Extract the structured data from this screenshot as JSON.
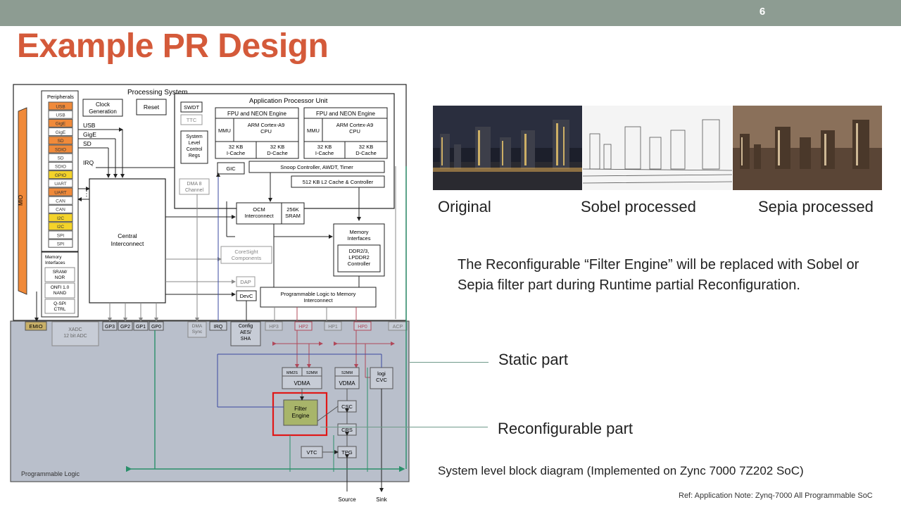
{
  "slide": {
    "number": "6",
    "title": "Example PR Design"
  },
  "images": {
    "original_caption": "Original",
    "sobel_caption": "Sobel processed",
    "sepia_caption": "Sepia processed"
  },
  "description": "The Reconfigurable “Filter Engine” will be replaced with Sobel or Sepia filter part during Runtime partial Reconfiguration.",
  "callouts": {
    "static": "Static part",
    "reconfigurable": "Reconfigurable part"
  },
  "caption": "System level block diagram (Implemented on Zync 7000 7Z202 SoC)",
  "reference": "Ref: Application Note: Zynq-7000 All Programmable SoC",
  "diagram": {
    "processing_system": "Processing System",
    "peripherals": "Peripherals",
    "peripheral_items": [
      "USB",
      "USB",
      "GigE",
      "GigE",
      "SD",
      "SDIO",
      "SD",
      "SDIO",
      "GPIO",
      "UART",
      "UART",
      "CAN",
      "CAN",
      "I2C",
      "I2C",
      "SPI",
      "SPI"
    ],
    "mio": "MIO",
    "clock_generation": "Clock Generation",
    "reset": "Reset",
    "usb": "USB",
    "gige": "GigE",
    "sd": "SD",
    "irq": "IRQ",
    "central_interconnect": "Central Interconnect",
    "memory_interfaces_left": "Memory Interfaces",
    "sram_nor": "SRAM/ NOR",
    "onfi_nand": "ONFI 1.0 NAND",
    "qspi_ctrl": "Q-SPI CTRL",
    "apu": "Application Processor Unit",
    "swdt": "SWDT",
    "ttc": "TTC",
    "system_level_control_regs": "System Level Control Regs",
    "fpu_neon_1": "FPU and NEON Engine",
    "fpu_neon_2": "FPU and NEON Engine",
    "mmu": "MMU",
    "arm_cpu": "ARM Cortex-A9 CPU",
    "icache": "32 KB I-Cache",
    "dcache": "32 KB D-Cache",
    "gic": "GIC",
    "snoop": "Snoop Controller, AWDT, Timer",
    "dma": "DMA 8 Channel",
    "l2cache": "512 KB L2 Cache & Controller",
    "ocm": "OCM Interconnect",
    "sram256": "256K SRAM",
    "memory_interfaces_right": "Memory Interfaces",
    "ddr": "DDR2/3, LPDDR2 Controller",
    "coresight": "CoreSight Components",
    "dap": "DAP",
    "devc": "DevC",
    "pl_mem_interconnect": "Programmable Logic to Memory Interconnect",
    "emio": "EMIO",
    "xadc": "XADC 12 bit ADC",
    "ports": [
      "GP3",
      "GP2",
      "GP1",
      "GP0"
    ],
    "dma_sync": "DMA Sync",
    "irq_pl": "IRQ",
    "config": "Config AES/ SHA",
    "hp_ports": [
      "HP3",
      "HP2",
      "HP1",
      "HP0"
    ],
    "acp": "ACP",
    "mm2s_1": "MM2S",
    "s2mm_1": "S2MM",
    "vdma_1": "VDMA",
    "s2mm_2": "S2MM",
    "vdma_2": "VDMA",
    "logi_cvc": "logi CVC",
    "filter_engine": "Filter Engine",
    "csc": "CSC",
    "crs": "CRS",
    "vtc": "VTC",
    "tpg": "TPG",
    "programmable_logic": "Programmable Logic",
    "source": "Source",
    "sink": "Sink"
  },
  "colors": {
    "title": "#d45a3a",
    "topbar": "#8d9c92",
    "peripheral_orange": "#f08a3a",
    "peripheral_yellow": "#f4d32a",
    "pl_background": "#b9bfcb",
    "filter_engine": "#a8b56a",
    "highlight_red": "#e01818"
  }
}
